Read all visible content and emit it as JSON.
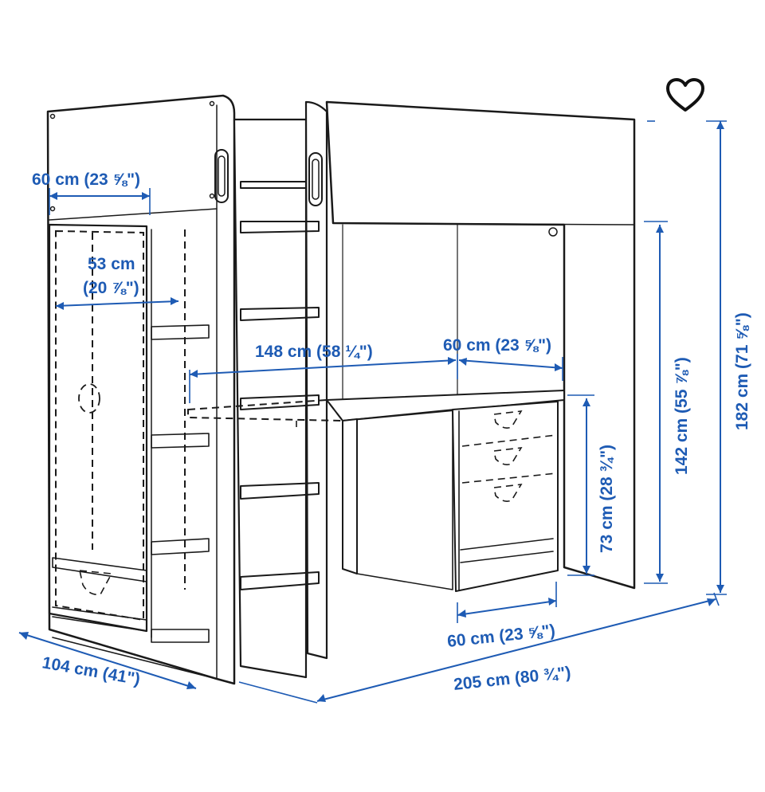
{
  "dimensions": {
    "top_depth": "60 cm (23 ⅝\")",
    "wardrobe_line1": "53 cm",
    "wardrobe_line2": "(20 ⅞\")",
    "desk_width": "148 cm (58 ¼\")",
    "drawer_width": "60 cm (23 ⅝\")",
    "desk_height": "73 cm (28 ¾\")",
    "under_height": "142 cm (55 ⅞\")",
    "total_height": "182 cm (71 ⅝\")",
    "base_depth": "60 cm (23 ⅝\")",
    "total_length": "205 cm (80 ¾\")",
    "total_width": "104 cm (41\")"
  },
  "icons": {
    "favorite": "heart-outline-icon"
  },
  "colors": {
    "dimension": "#1e5bb4",
    "line": "#1a1a1a",
    "background": "#ffffff"
  }
}
